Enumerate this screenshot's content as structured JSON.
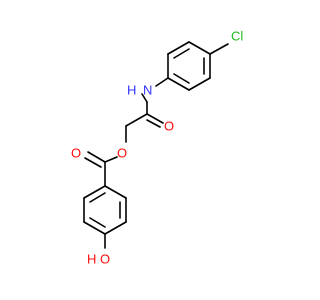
{
  "diagram": {
    "kind": "chemical-structure",
    "atom_labels": {
      "chlorine": "Cl",
      "amide_nh": "N",
      "amide_h": "H",
      "amide_oxygen": "O",
      "ester_oxygen_bridge": "O",
      "ester_carbonyl_oxygen": "O",
      "hydroxyl_oxygen": "O",
      "hydroxyl_h": "H"
    },
    "colors": {
      "bond": "#000000",
      "nitrogen": "#3333ff",
      "oxygen": "#ff0d0d",
      "chlorine": "#1fb81f"
    }
  }
}
